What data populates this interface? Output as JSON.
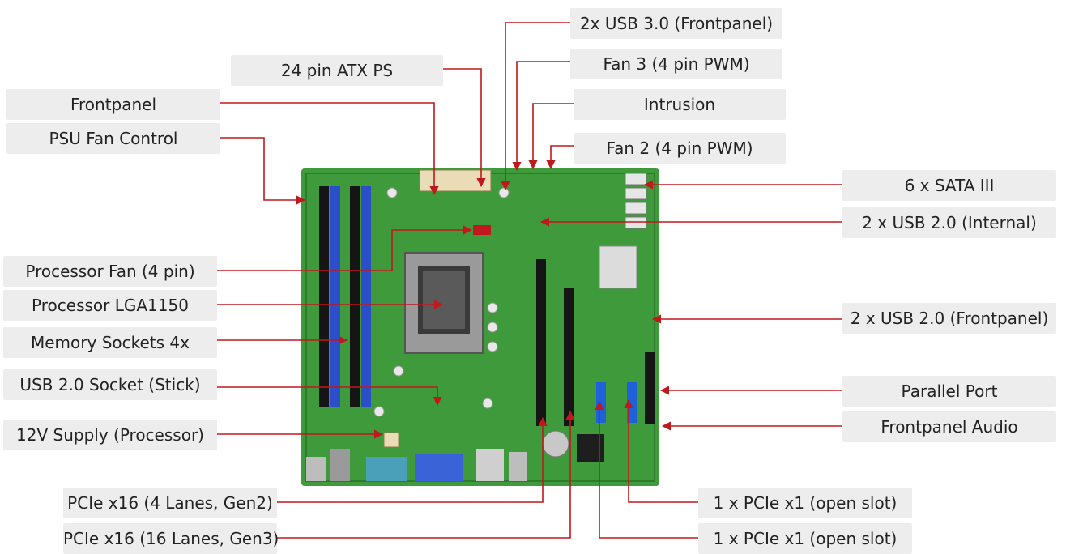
{
  "diagram": {
    "labels": {
      "usb30_front": "2x USB 3.0 (Frontpanel)",
      "atx24": "24 pin ATX PS",
      "fan3": "Fan 3 (4 pin PWM)",
      "frontpanel": "Frontpanel",
      "intrusion": "Intrusion",
      "psu_fan": "PSU Fan Control",
      "fan2": "Fan 2 (4 pin PWM)",
      "sata": "6 x SATA III",
      "usb20_internal": "2 x USB 2.0 (Internal)",
      "cpu_fan": "Processor Fan (4 pin)",
      "cpu_socket": "Processor LGA1150",
      "usb20_frontpanel": "2 x USB 2.0 (Frontpanel)",
      "memory": "Memory Sockets 4x",
      "usb_stick": "USB 2.0 Socket (Stick)",
      "parallel": "Parallel Port",
      "v12": "12V Supply (Processor)",
      "fp_audio": "Frontpanel Audio",
      "pcie_4lane": "PCIe x16 (4 Lanes, Gen2)",
      "pcie_x1_a": "1 x PCIe x1 (open slot)",
      "pcie_16lane": "PCIe x16 (16 Lanes, Gen3)",
      "pcie_x1_b": "1 x PCIe x1 (open slot)"
    },
    "colors": {
      "board": "#3f9a3c",
      "board_dark": "#2f7a2f",
      "dimm_blue": "#2a4fc8",
      "slot_black": "#151515",
      "pcie_x1_blue": "#2060d8",
      "leader": "#c0181c",
      "label_bg": "#ededed"
    }
  }
}
